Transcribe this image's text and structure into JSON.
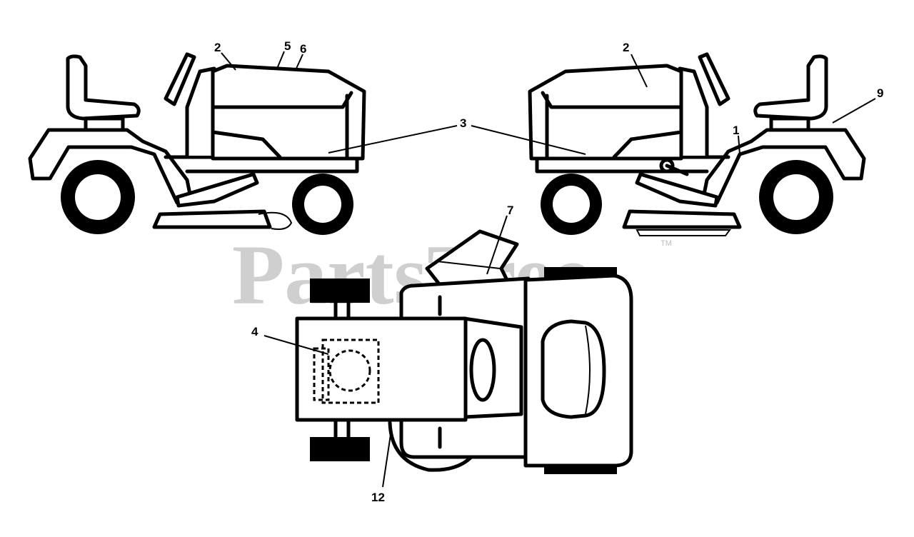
{
  "watermark": {
    "text": "PartsTree",
    "trademark": "TM"
  },
  "callouts": {
    "c1": "1",
    "c2_left": "2",
    "c2_right": "2",
    "c3": "3",
    "c4": "4",
    "c5": "5",
    "c6": "6",
    "c7": "7",
    "c9": "9",
    "c12": "12"
  }
}
